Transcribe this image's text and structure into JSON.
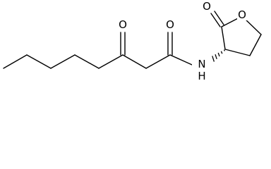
{
  "molecule": {
    "atoms": {
      "o_ketone": "O",
      "o_amide": "O",
      "o_lactone_carbonyl": "O",
      "o_ring": "O",
      "n_amide": "N",
      "h_amide": "H"
    }
  },
  "colors": {
    "bond": "#000000",
    "label": "#000000",
    "background": "#ffffff"
  }
}
